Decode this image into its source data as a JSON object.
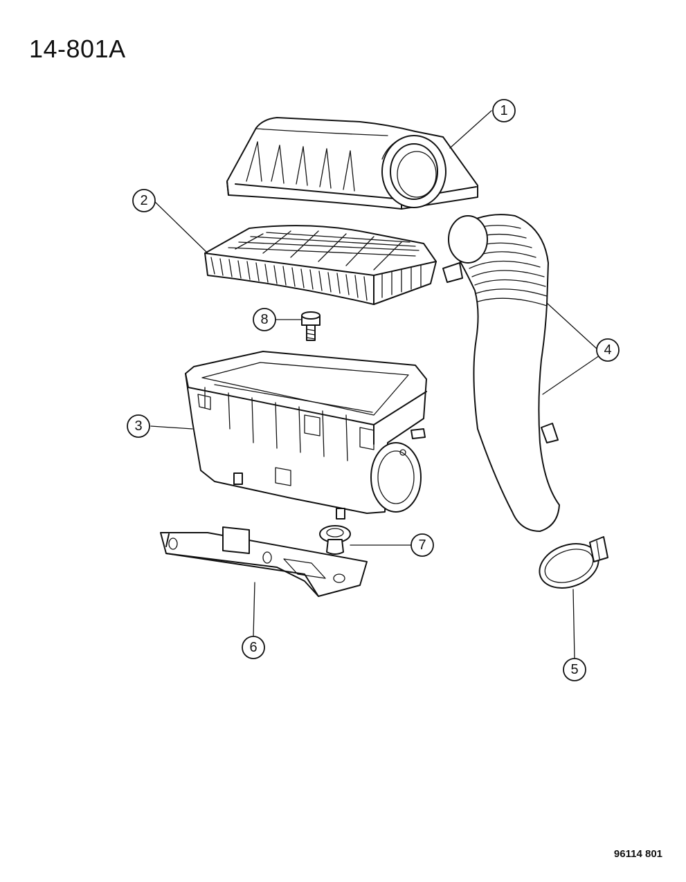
{
  "figure_title": "14-801A",
  "reference_code": "96114  801",
  "callouts": [
    {
      "id": "1",
      "label": "1"
    },
    {
      "id": "2",
      "label": "2"
    },
    {
      "id": "3",
      "label": "3"
    },
    {
      "id": "4",
      "label": "4"
    },
    {
      "id": "5",
      "label": "5"
    },
    {
      "id": "6",
      "label": "6"
    },
    {
      "id": "7",
      "label": "7"
    },
    {
      "id": "8",
      "label": "8"
    }
  ]
}
